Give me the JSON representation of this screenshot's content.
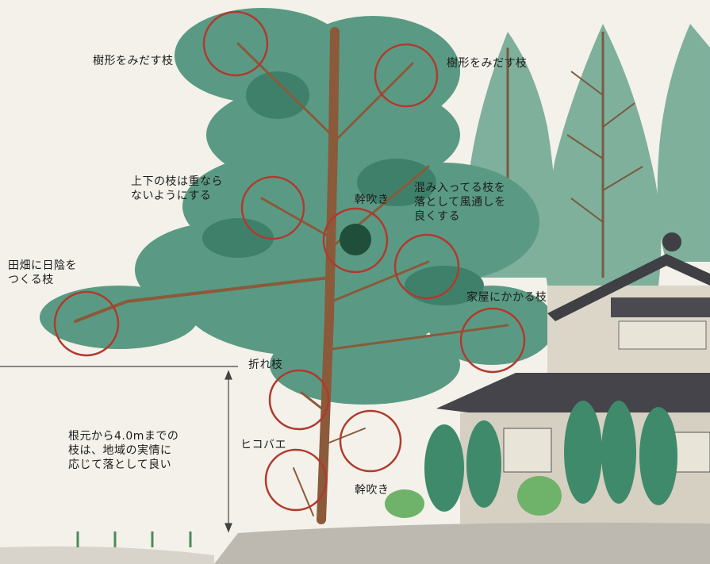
{
  "labels": {
    "tree_shape_left": "樹形をみだす枝",
    "tree_shape_right": "樹形をみだす枝",
    "overlap": "上下の枝は重なら\nないようにする",
    "trunk_sprout_top": "幹吹き",
    "dense_branches": "混み入ってる枝を\n落として風通しを\n良くする",
    "field_shade": "田畑に日陰を\nつくる枝",
    "house_branch": "家屋にかかる枝",
    "broken_branch": "折れ枝",
    "height_rule": "根元から4.0mまでの\n枝は、地域の実情に\n応じて落として良い",
    "sucker": "ヒコバエ",
    "trunk_sprout_bottom": "幹吹き"
  },
  "colors": {
    "foliage": "#4e8f7a",
    "foliage_dark": "#2f6b58",
    "trunk": "#8a5a3a",
    "circle": "#b03a2e",
    "roof": "#3f3f44",
    "wall": "#dcd6c8",
    "ground": "#bdb9b0"
  }
}
